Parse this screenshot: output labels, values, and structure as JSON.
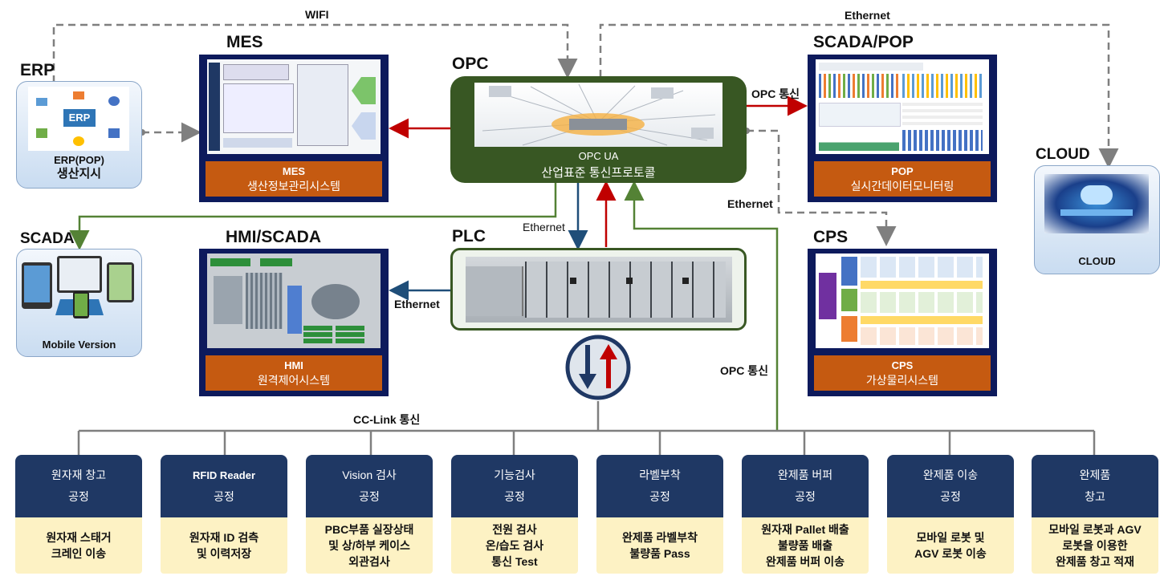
{
  "labels": {
    "wifi": "WIFI",
    "ethernet_top": "Ethernet",
    "erp": "ERP",
    "mes": "MES",
    "opc": "OPC",
    "scada_pop": "SCADA/POP",
    "cloud": "CLOUD",
    "scada": "SCADA",
    "hmi_scada": "HMI/SCADA",
    "plc": "PLC",
    "cps": "CPS",
    "opc_comm_top": "OPC 통신",
    "ethernet_mid": "Ethernet",
    "ethernet_plc": "Ethernet",
    "ethernet_hmi": "Ethernet",
    "opc_comm_right": "OPC 통신",
    "cclink": "CC-Link 통신"
  },
  "erp_box": {
    "line1": "ERP(POP)",
    "line2": "생산지시"
  },
  "mes_panel": {
    "title": "MES",
    "subtitle": "생산정보관리시스템"
  },
  "opc_box": {
    "line1": "OPC UA",
    "line2": "산업표준 통신프로토콜"
  },
  "pop_panel": {
    "title": "POP",
    "subtitle": "실시간데이터모니터링"
  },
  "cloud_box": {
    "caption": "CLOUD"
  },
  "scada_box": {
    "caption": "Mobile Version"
  },
  "hmi_panel": {
    "title": "HMI",
    "subtitle": "원격제어시스템"
  },
  "cps_panel": {
    "title": "CPS",
    "subtitle": "가상물리시스템"
  },
  "stations": [
    {
      "head1": "원자재 창고",
      "head2": "공정",
      "foot": [
        "원자재 스태거",
        "크레인 이송"
      ]
    },
    {
      "head1": "RFID Reader",
      "head2": "공정",
      "foot": [
        "원자재 ID 검측",
        "및 이력저장"
      ]
    },
    {
      "head1": "Vision 검사",
      "head2": "공정",
      "foot": [
        "PBC부품 실장상태",
        "및 상/하부 케이스",
        "외관검사"
      ]
    },
    {
      "head1": "기능검사",
      "head2": "공정",
      "foot": [
        "전원 검사",
        "온/습도 검사",
        "통신 Test"
      ]
    },
    {
      "head1": "라벨부착",
      "head2": "공정",
      "foot": [
        "완제품 라벨부착",
        "불량품 Pass"
      ]
    },
    {
      "head1": "완제품 버퍼",
      "head2": "공정",
      "foot": [
        "원자재 Pallet 배출",
        "불량품 배출",
        "완제품 버퍼 이송"
      ]
    },
    {
      "head1": "완제품 이송",
      "head2": "공정",
      "foot": [
        "모바일 로봇 및",
        "AGV 로봇 이송"
      ]
    },
    {
      "head1": "완제품",
      "head2": "창고",
      "foot": [
        "모바일 로봇과 AGV",
        "로봇을 이용한",
        "완제품 창고 적재"
      ]
    }
  ],
  "colors": {
    "navy": "#1f3864",
    "orange": "#c55a11",
    "opc_green": "#385723",
    "link_green": "#548235",
    "arrow_red": "#c00000",
    "arrow_blue": "#1f4e79",
    "dashed_gray": "#7f7f7f"
  }
}
